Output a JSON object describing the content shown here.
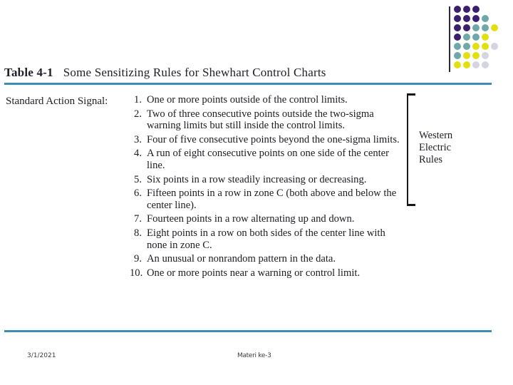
{
  "slide": {
    "background": "#ffffff",
    "accent_rule_color": "#3f8cb5"
  },
  "logo": {
    "name": "dot-grid-logo",
    "colors": {
      "purple": "#3b1f6e",
      "teal": "#6fa8a8",
      "yellow": "#e3e011",
      "lightgray": "#d5d5e2"
    },
    "rows": [
      [
        "purple",
        "purple",
        "purple"
      ],
      [
        "purple",
        "purple",
        "purple",
        "teal"
      ],
      [
        "purple",
        "purple",
        "teal",
        "teal",
        "yellow"
      ],
      [
        "purple",
        "teal",
        "teal",
        "yellow"
      ],
      [
        "teal",
        "teal",
        "yellow",
        "yellow",
        "lightgray"
      ],
      [
        "teal",
        "yellow",
        "yellow",
        "lightgray"
      ],
      [
        "yellow",
        "yellow",
        "lightgray",
        "lightgray"
      ]
    ]
  },
  "table": {
    "number": "Table 4-1",
    "caption": "Some Sensitizing Rules for Shewhart Control Charts",
    "signal_label": "Standard Action Signal:",
    "rules": [
      {
        "num": "1.",
        "text": "One or more points outside of the control limits."
      },
      {
        "num": "2.",
        "text": "Two of three consecutive points outside the two-sigma warning limits but still inside the control limits."
      },
      {
        "num": "3.",
        "text": "Four of five consecutive points beyond the one-sigma limits."
      },
      {
        "num": "4.",
        "text": "A run of eight consecutive points on one side of the center line."
      },
      {
        "num": "5.",
        "text": "Six points in a row steadily increasing or decreasing."
      },
      {
        "num": "6.",
        "text": "Fifteen points in a row in zone C (both above and below the center line)."
      },
      {
        "num": "7.",
        "text": "Fourteen points in a row alternating up and down."
      },
      {
        "num": "8.",
        "text": "Eight points in a row on both sides of the center line with none in zone C."
      },
      {
        "num": "9.",
        "text": "An unusual or nonrandom pattern in the data."
      },
      {
        "num": "10.",
        "text": "One or more points near a warning or control limit."
      }
    ],
    "annotation": {
      "line1": "Western",
      "line2": "Electric",
      "line3": "Rules",
      "covers_rules": "1-4"
    }
  },
  "footer": {
    "date": "3/1/2021",
    "center": "Materi ke-3"
  }
}
